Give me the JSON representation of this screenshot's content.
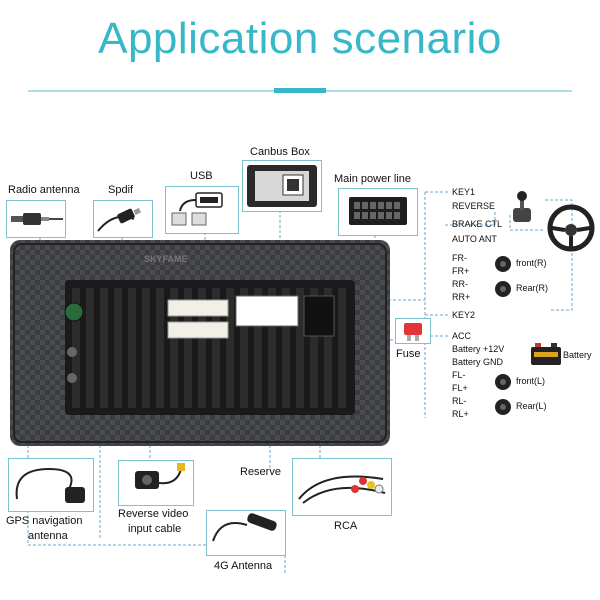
{
  "title": "Application scenario",
  "colors": {
    "accent": "#37b7c8",
    "box_border": "#7dc3cf",
    "panel": "#3e4044",
    "fuse": "#e2343b",
    "speaker": "#222222"
  },
  "labels": {
    "canbus_box": "Canbus Box",
    "usb": "USB",
    "spdif": "Spdif",
    "radio_antenna": "Radio antenna",
    "main_power_line": "Main power line",
    "fuse": "Fuse",
    "reserve": "Reserve",
    "gps_line1": "GPS navigation",
    "gps_line2": "antenna",
    "reverse_line1": "Reverse video",
    "reverse_line2": "input cable",
    "rca": "RCA",
    "antenna_4g": "4G Antenna",
    "battery": "Battery",
    "brand": "SKYFAME"
  },
  "wires": {
    "key1": "KEY1",
    "reverse": "REVERSE",
    "brake_ctl": "BRAKE CTL",
    "auto_ant": "AUTO ANT",
    "fr_minus": "FR-",
    "fr_plus": "FR+",
    "rr_minus": "RR-",
    "rr_plus": "RR+",
    "key2": "KEY2",
    "acc": "ACC",
    "battery_12v": "Battery +12V",
    "battery_gnd": "Battery GND",
    "fl_minus": "FL-",
    "fl_plus": "FL+",
    "rl_minus": "RL-",
    "rl_plus": "RL+"
  },
  "speakers": {
    "front_r": "front(R)",
    "rear_r": "Rear(R)",
    "front_l": "front(L)",
    "rear_l": "Rear(L)"
  },
  "icons": [
    "radio-antenna-plug-icon",
    "optical-cable-icon",
    "usb-plug-icon",
    "canbus-box-icon",
    "power-connector-icon",
    "fuse-icon",
    "steering-wheel-icon",
    "gear-shift-icon",
    "speaker-icon",
    "battery-icon",
    "gps-antenna-icon",
    "reverse-camera-icon",
    "rca-cable-icon",
    "4g-antenna-icon"
  ]
}
